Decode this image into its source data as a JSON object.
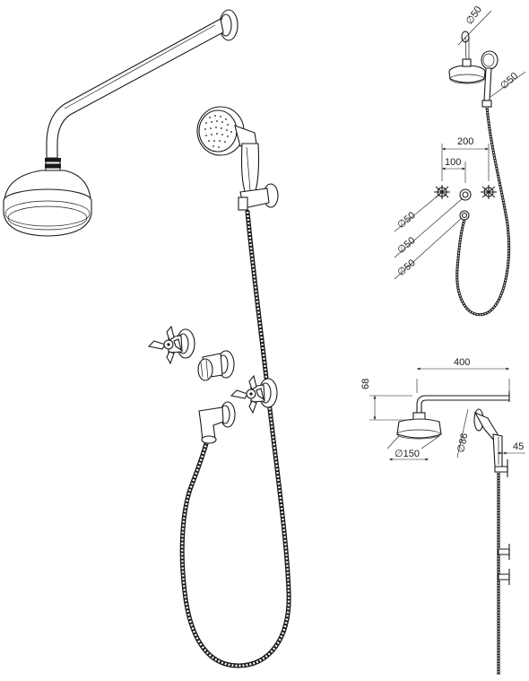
{
  "dimensions": {
    "wall_flange_dia": "50",
    "hand_shower_holder_dia": "50",
    "center_spacing_total": "200",
    "center_spacing_half": "100",
    "valve_left_dia": "50",
    "valve_center_dia": "50",
    "outlet_elbow_dia": "50",
    "arm_length": "400",
    "arm_drop": "68",
    "head_dia": "150",
    "hand_shower_dia": "86",
    "holder_projection": "45"
  },
  "symbols": {
    "diameter": "∅"
  },
  "colors": {
    "line": "#1a1a1a",
    "background": "#ffffff"
  }
}
